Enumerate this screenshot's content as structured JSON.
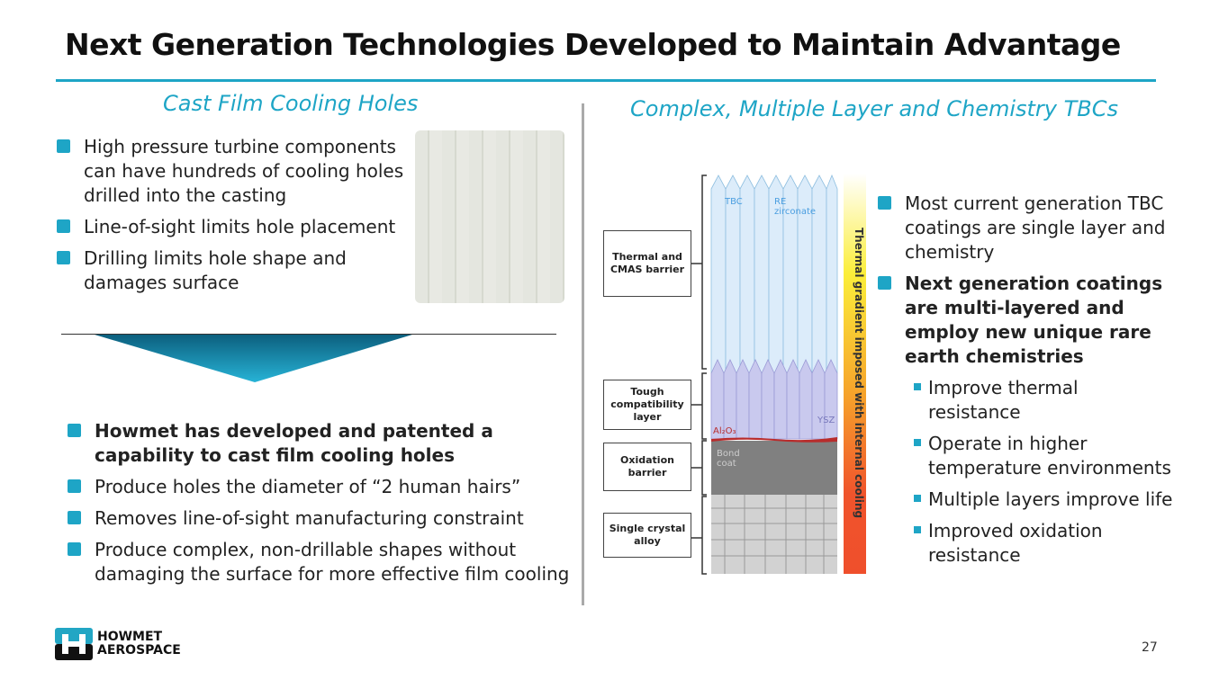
{
  "title": "Next Generation Technologies Developed to Maintain Advantage",
  "left": {
    "subtitle": "Cast Film Cooling Holes",
    "bullets": [
      "High pressure turbine components can have hundreds of cooling holes drilled into the casting",
      "Line-of-sight limits hole placement",
      "Drilling limits hole shape and damages surface"
    ],
    "bullets2": [
      "Howmet has developed and patented a capability to cast film cooling holes",
      "Produce holes the diameter of “2 human hairs”",
      "Removes line-of-sight manufacturing constraint",
      "Produce complex, non-drillable shapes without damaging the surface for more effective film cooling"
    ]
  },
  "right": {
    "subtitle": "Complex, Multiple Layer and Chemistry TBCs",
    "bullets": [
      "Most current generation TBC coatings are single layer and chemistry",
      "Next generation coatings are multi-layered and employ new unique rare earth chemistries"
    ],
    "subbullets": [
      "Improve thermal resistance",
      "Operate in higher temperature environments",
      "Multiple layers improve life",
      "Improved oxidation resistance"
    ]
  },
  "diagram": {
    "boxes": [
      "Thermal and CMAS barrier",
      "Tough compatibility layer",
      "Oxidation barrier",
      "Single crystal alloy"
    ],
    "labels": {
      "tbc": "TBC",
      "re": "RE zirconate",
      "ysz": "YSZ",
      "al": "Al₂O₃",
      "bond": "Bond coat"
    },
    "gradient": "Thermal gradient imposed with internal cooling"
  },
  "logo": {
    "line1": "HOWMET",
    "line2": "AEROSPACE"
  },
  "page_number": "27"
}
